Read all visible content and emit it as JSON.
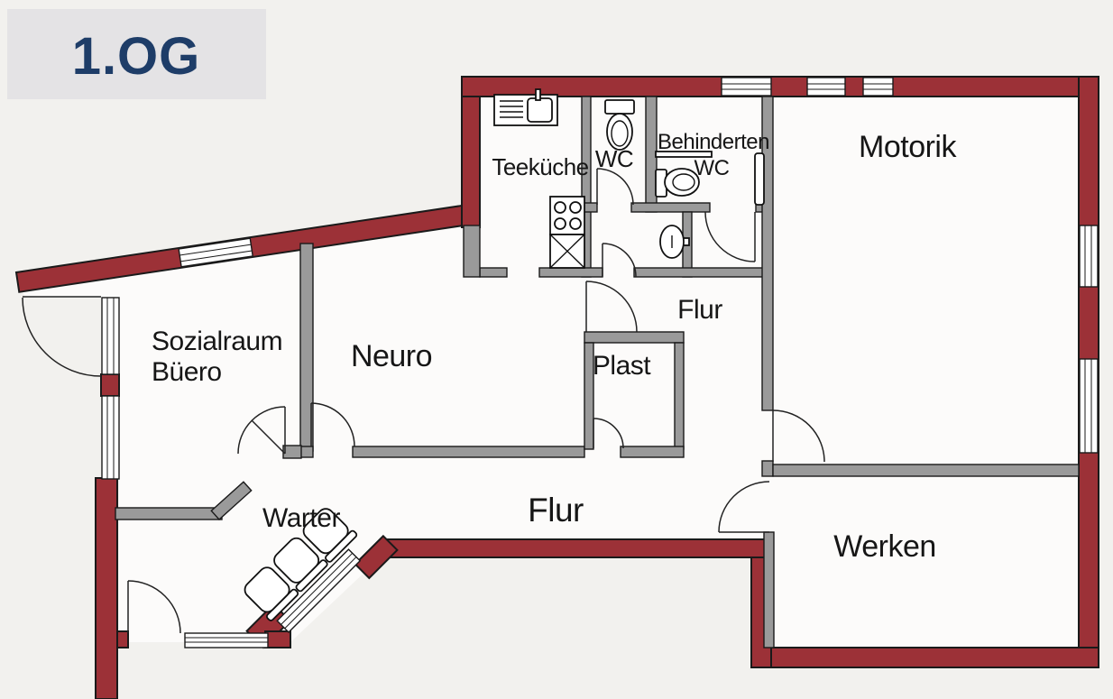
{
  "badge": {
    "label": "1.OG"
  },
  "rooms": {
    "teekueche": {
      "label": "Teeküche"
    },
    "wc": {
      "label": "WC"
    },
    "behinderten_wc": {
      "label_line1": "Behinderten",
      "label_line2": "WC"
    },
    "motorik": {
      "label": "Motorik"
    },
    "sozialraum": {
      "label_line1": "Sozialraum",
      "label_line2": "Büero"
    },
    "neuro": {
      "label": "Neuro"
    },
    "flur_oben": {
      "label": "Flur"
    },
    "plast": {
      "label": "Plast"
    },
    "flur_unten": {
      "label": "Flur"
    },
    "warter": {
      "label": "Warter"
    },
    "werken": {
      "label": "Werken"
    }
  },
  "fixtures": [
    "kitchen-sink",
    "stove",
    "kitchen-cupboard",
    "toilet",
    "accessible-toilet",
    "grab-bar",
    "wall-rail",
    "hand-basin",
    "waiting-chairs"
  ],
  "colors": {
    "exterior_wall": "#9c3137",
    "interior_wall": "#9a9a9a",
    "floor": "#fcfbfa",
    "background": "#f2f1ee",
    "badge_bg": "#e4e3e5",
    "badge_text": "#1e3d68",
    "label_text": "#161616"
  }
}
